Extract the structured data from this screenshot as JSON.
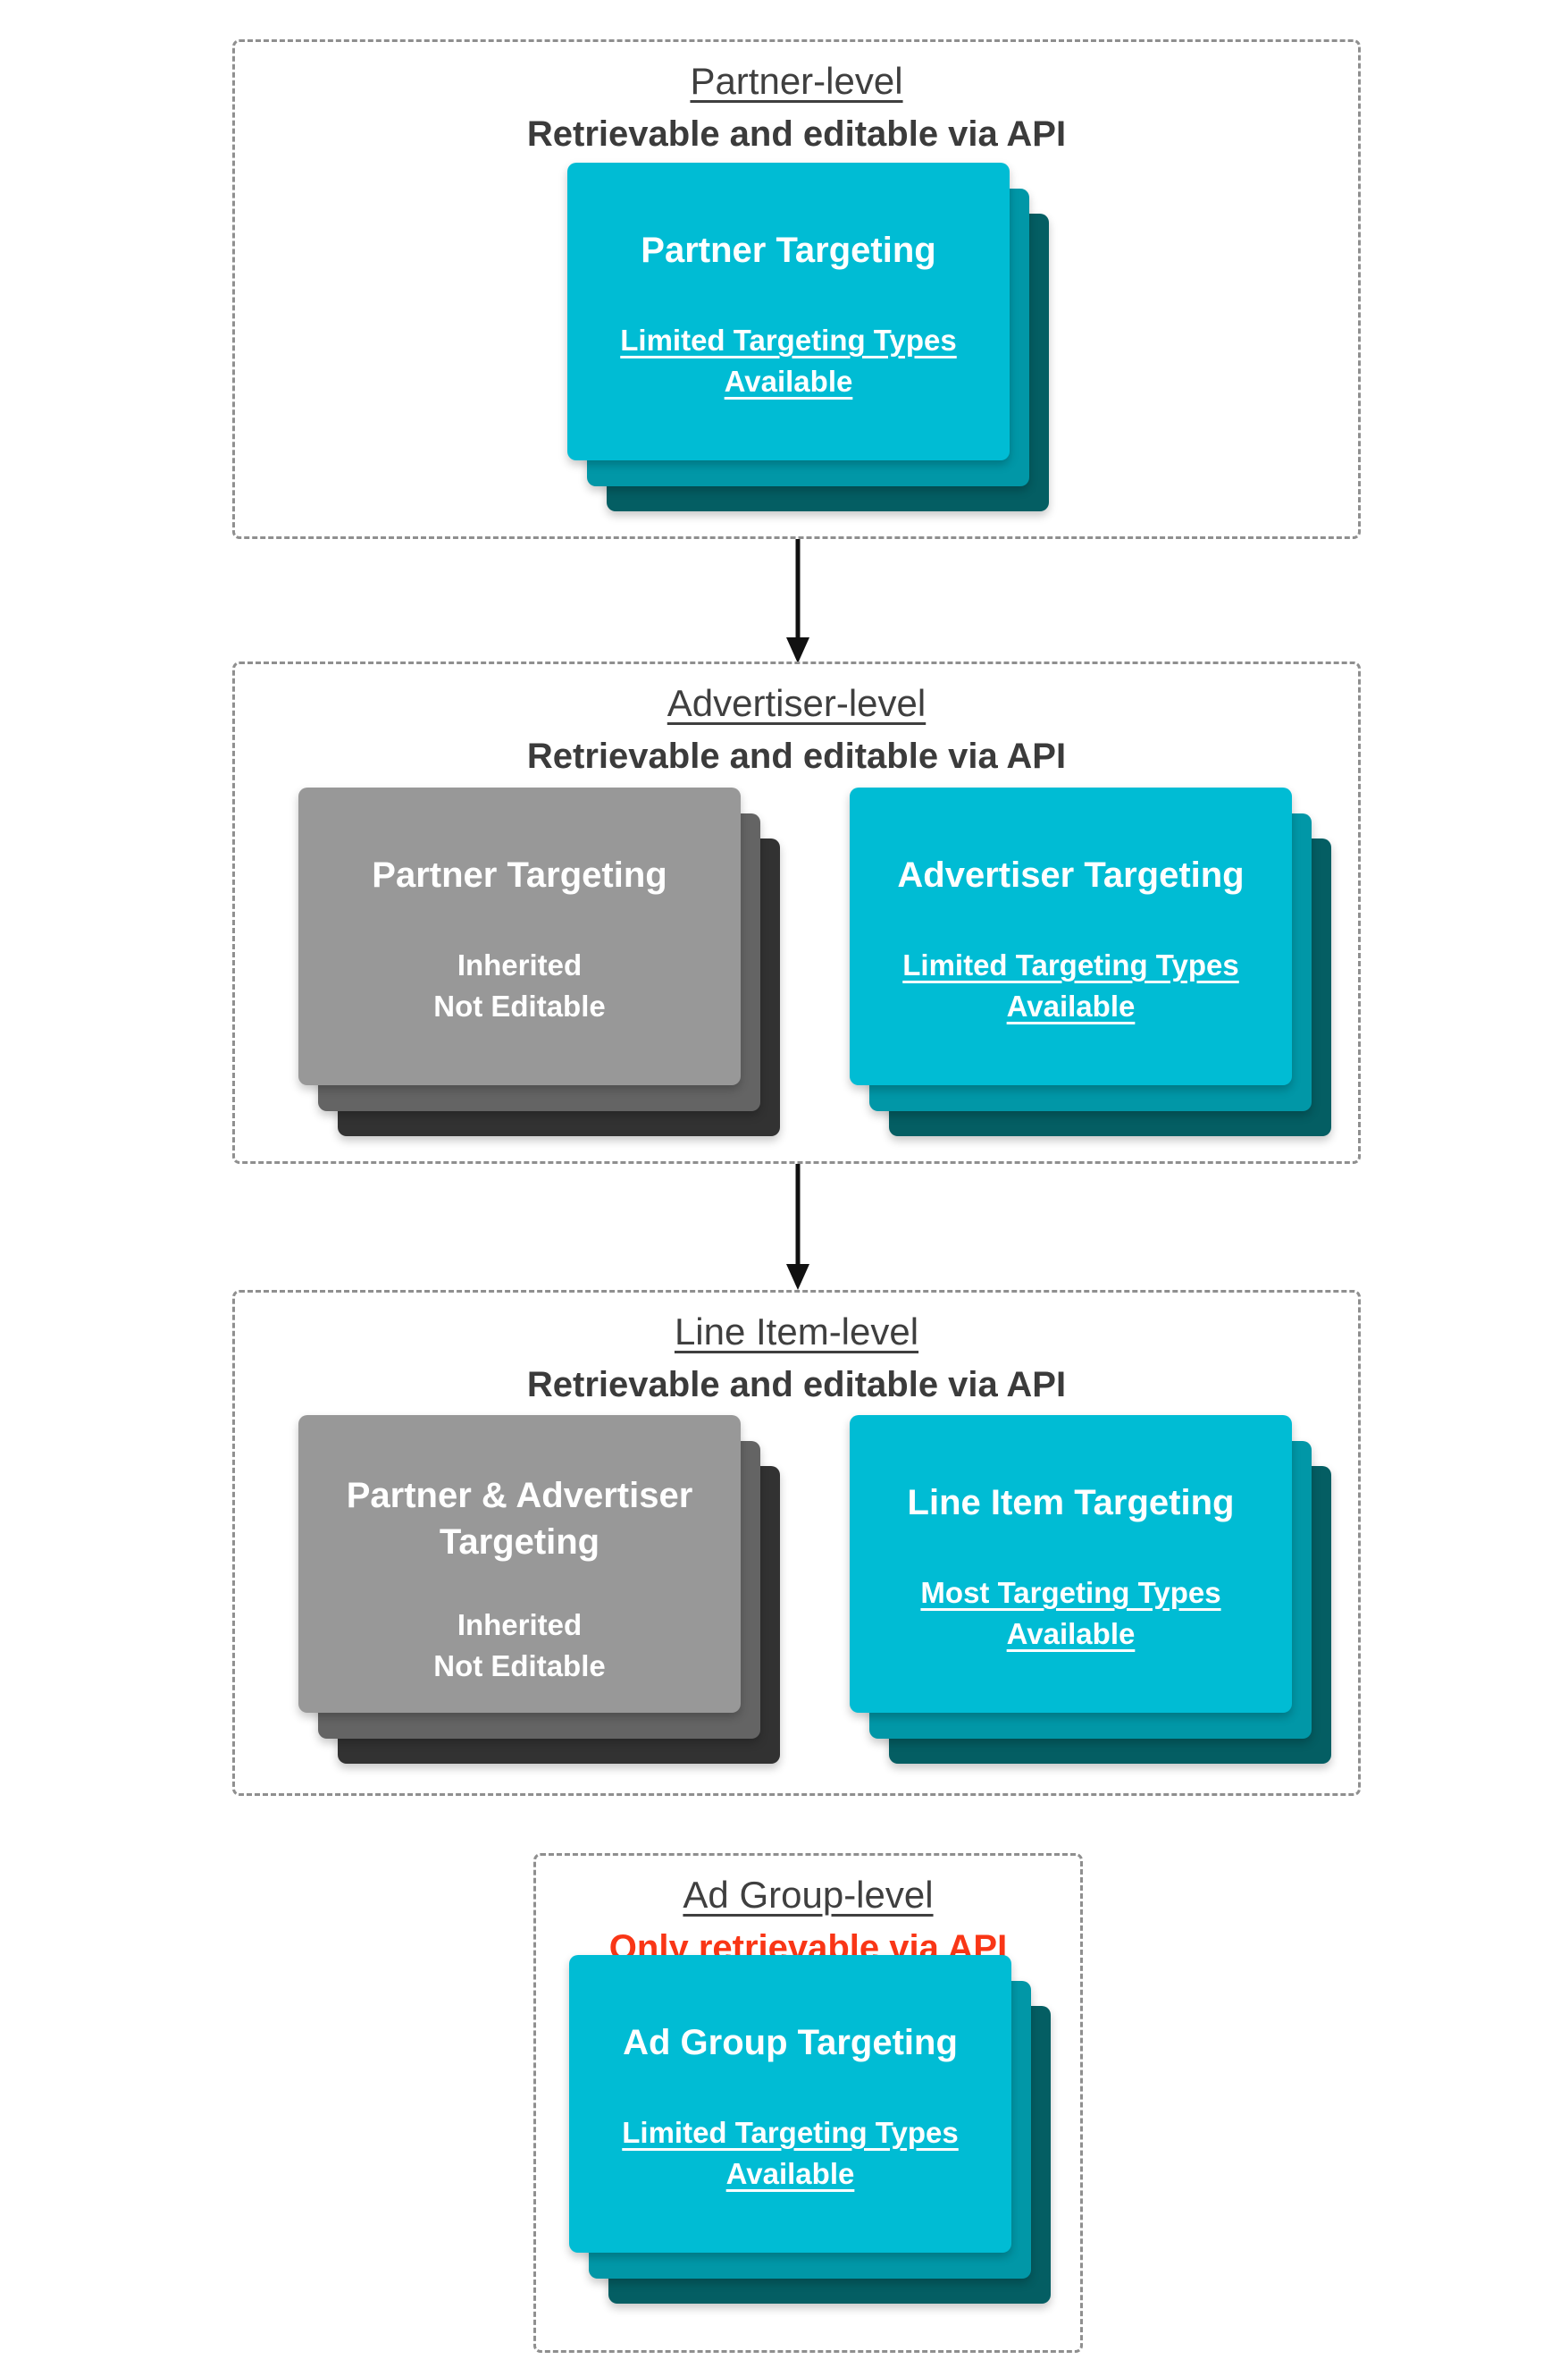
{
  "palette": {
    "teal_front": "#00bcd4",
    "teal_mid": "#0197a7",
    "teal_back": "#045e63",
    "gray_front": "#989898",
    "gray_mid": "#646464",
    "gray_back": "#323232",
    "header_text": "#3b3b3b",
    "red_text": "#f93616",
    "dashed_border": "#8f8f8f",
    "arrow": "#111111"
  },
  "sections": [
    {
      "title": "Partner-level",
      "subtitle": "Retrievable and editable via API",
      "cards": [
        {
          "variant": "teal",
          "title": "Partner Targeting",
          "lines": [
            "Limited Targeting Types Available"
          ]
        }
      ]
    },
    {
      "title": "Advertiser-level",
      "subtitle": "Retrievable and editable via API",
      "cards": [
        {
          "variant": "gray",
          "title": "Partner Targeting",
          "lines": [
            "Inherited",
            "Not Editable"
          ]
        },
        {
          "variant": "teal",
          "title": "Advertiser Targeting",
          "lines": [
            "Limited Targeting Types Available"
          ]
        }
      ]
    },
    {
      "title": "Line Item-level",
      "subtitle": "Retrievable and editable via API",
      "cards": [
        {
          "variant": "gray",
          "title": "Partner & Advertiser Targeting",
          "lines": [
            "Inherited",
            "Not Editable"
          ]
        },
        {
          "variant": "teal",
          "title": "Line Item Targeting",
          "lines": [
            "Most Targeting Types Available"
          ]
        }
      ]
    },
    {
      "title": "Ad Group-level",
      "subtitle": "Only retrievable via API",
      "cards": [
        {
          "variant": "teal",
          "title": "Ad Group Targeting",
          "lines": [
            "Limited Targeting Types Available"
          ]
        }
      ]
    }
  ]
}
